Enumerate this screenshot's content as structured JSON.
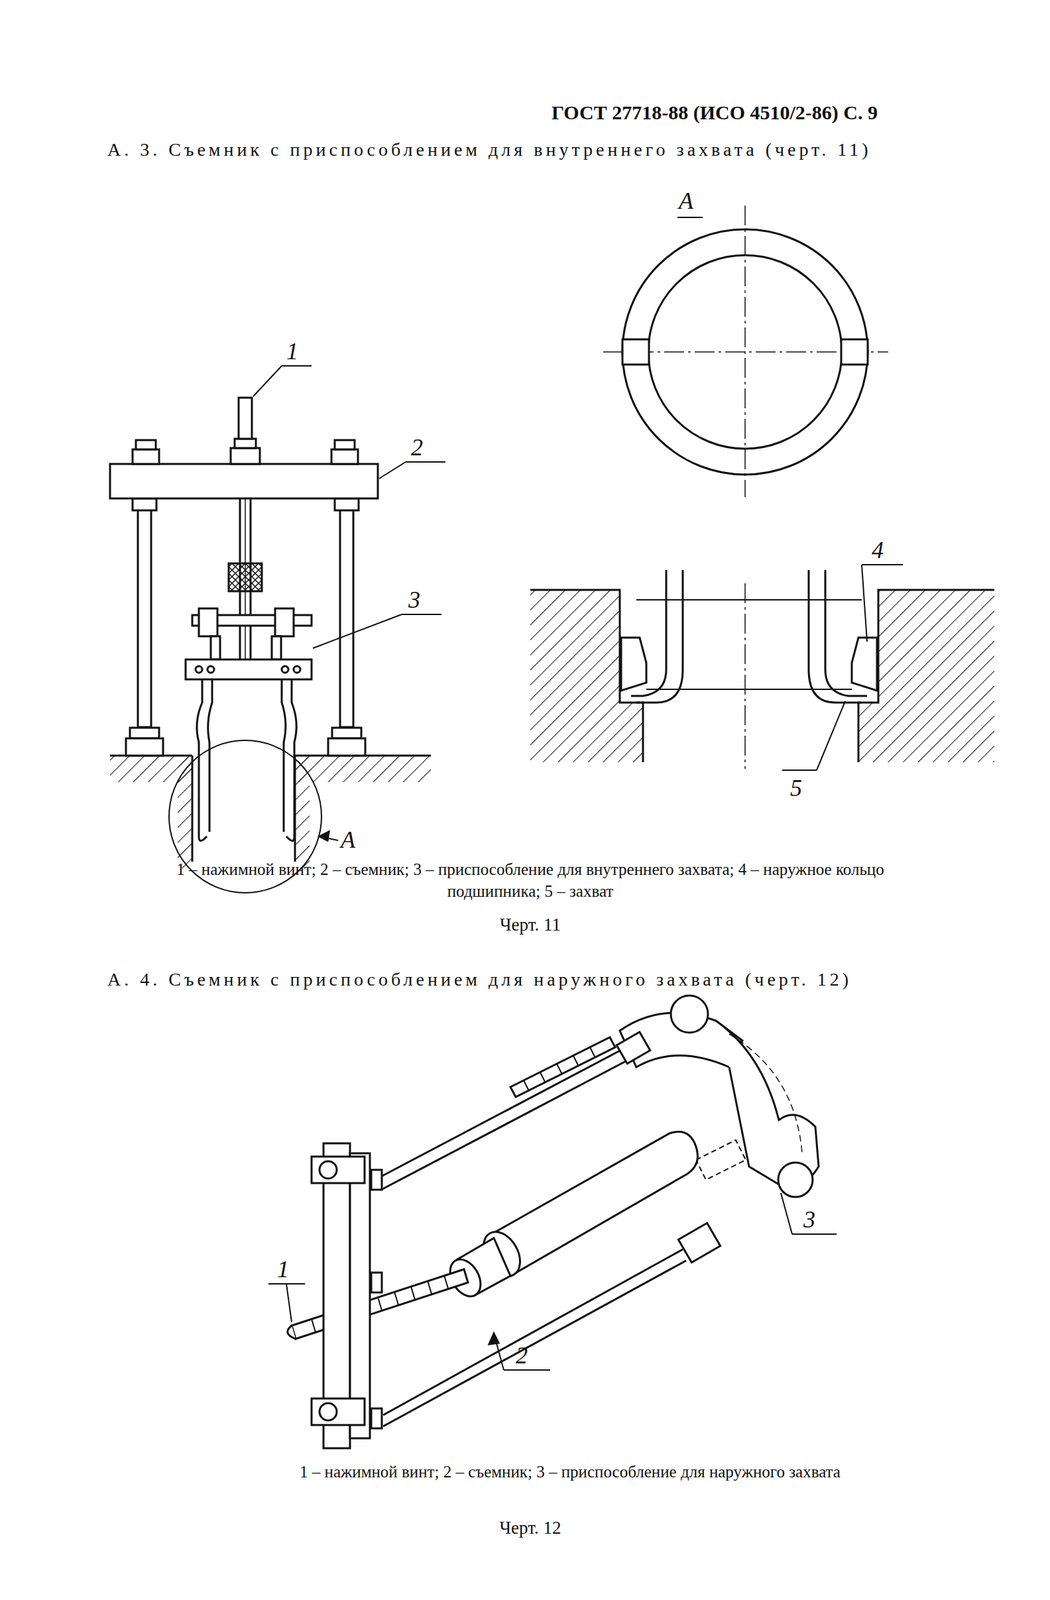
{
  "diagram": {
    "labels": [
      "ГОСТ 27718-88 (ИСО 4510/2-86) С. 9",
      "А. 3. Съемник с приспособлением для внутреннего захвата (черт. 11)",
      "А",
      "1",
      "2",
      "3",
      "4",
      "5",
      "А",
      "1 – нажимной винт; 2 – съемник; 3 – приспособление для внутреннего захвата; 4 – наружное кольцо подшипника; 5 – захват",
      "Черт. 11",
      "А. 4. Съемник с приспособлением для наружного захвата (черт. 12)",
      "1",
      "3",
      "2",
      "1 – нажимной винт; 2 – съемник; 3 – приспособление для наружного захвата",
      "Черт. 12"
    ]
  }
}
